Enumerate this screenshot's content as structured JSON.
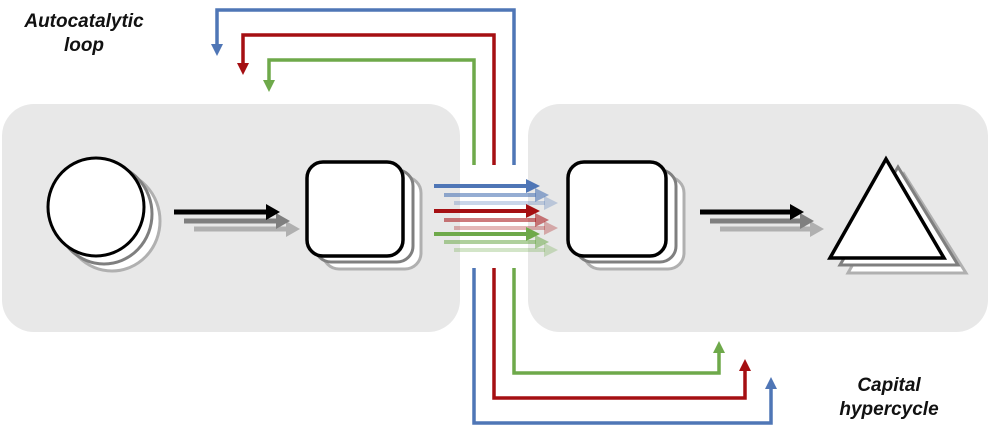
{
  "labels": {
    "autocatalytic_loop": [
      "Autocatalytic",
      "loop"
    ],
    "capital_hypercycle": [
      "Capital",
      "hypercycle"
    ]
  },
  "colors": {
    "panel": "#e8e8e8",
    "blue": "#4f76b6",
    "red": "#a50f12",
    "green": "#6ea94a",
    "black": "#000000",
    "grey_mid": "#7f7f7f",
    "grey_light": "#b0b0b0"
  },
  "panels": [
    {
      "name": "left-stage",
      "shapes": [
        "circle",
        "rounded-square"
      ]
    },
    {
      "name": "right-stage",
      "shapes": [
        "rounded-square",
        "triangle"
      ]
    }
  ],
  "flows": {
    "feedback_top": [
      "blue",
      "red",
      "green"
    ],
    "feedforward_bottom": [
      "green",
      "red",
      "blue"
    ],
    "transfer_arrows": [
      "blue",
      "red",
      "green"
    ]
  }
}
